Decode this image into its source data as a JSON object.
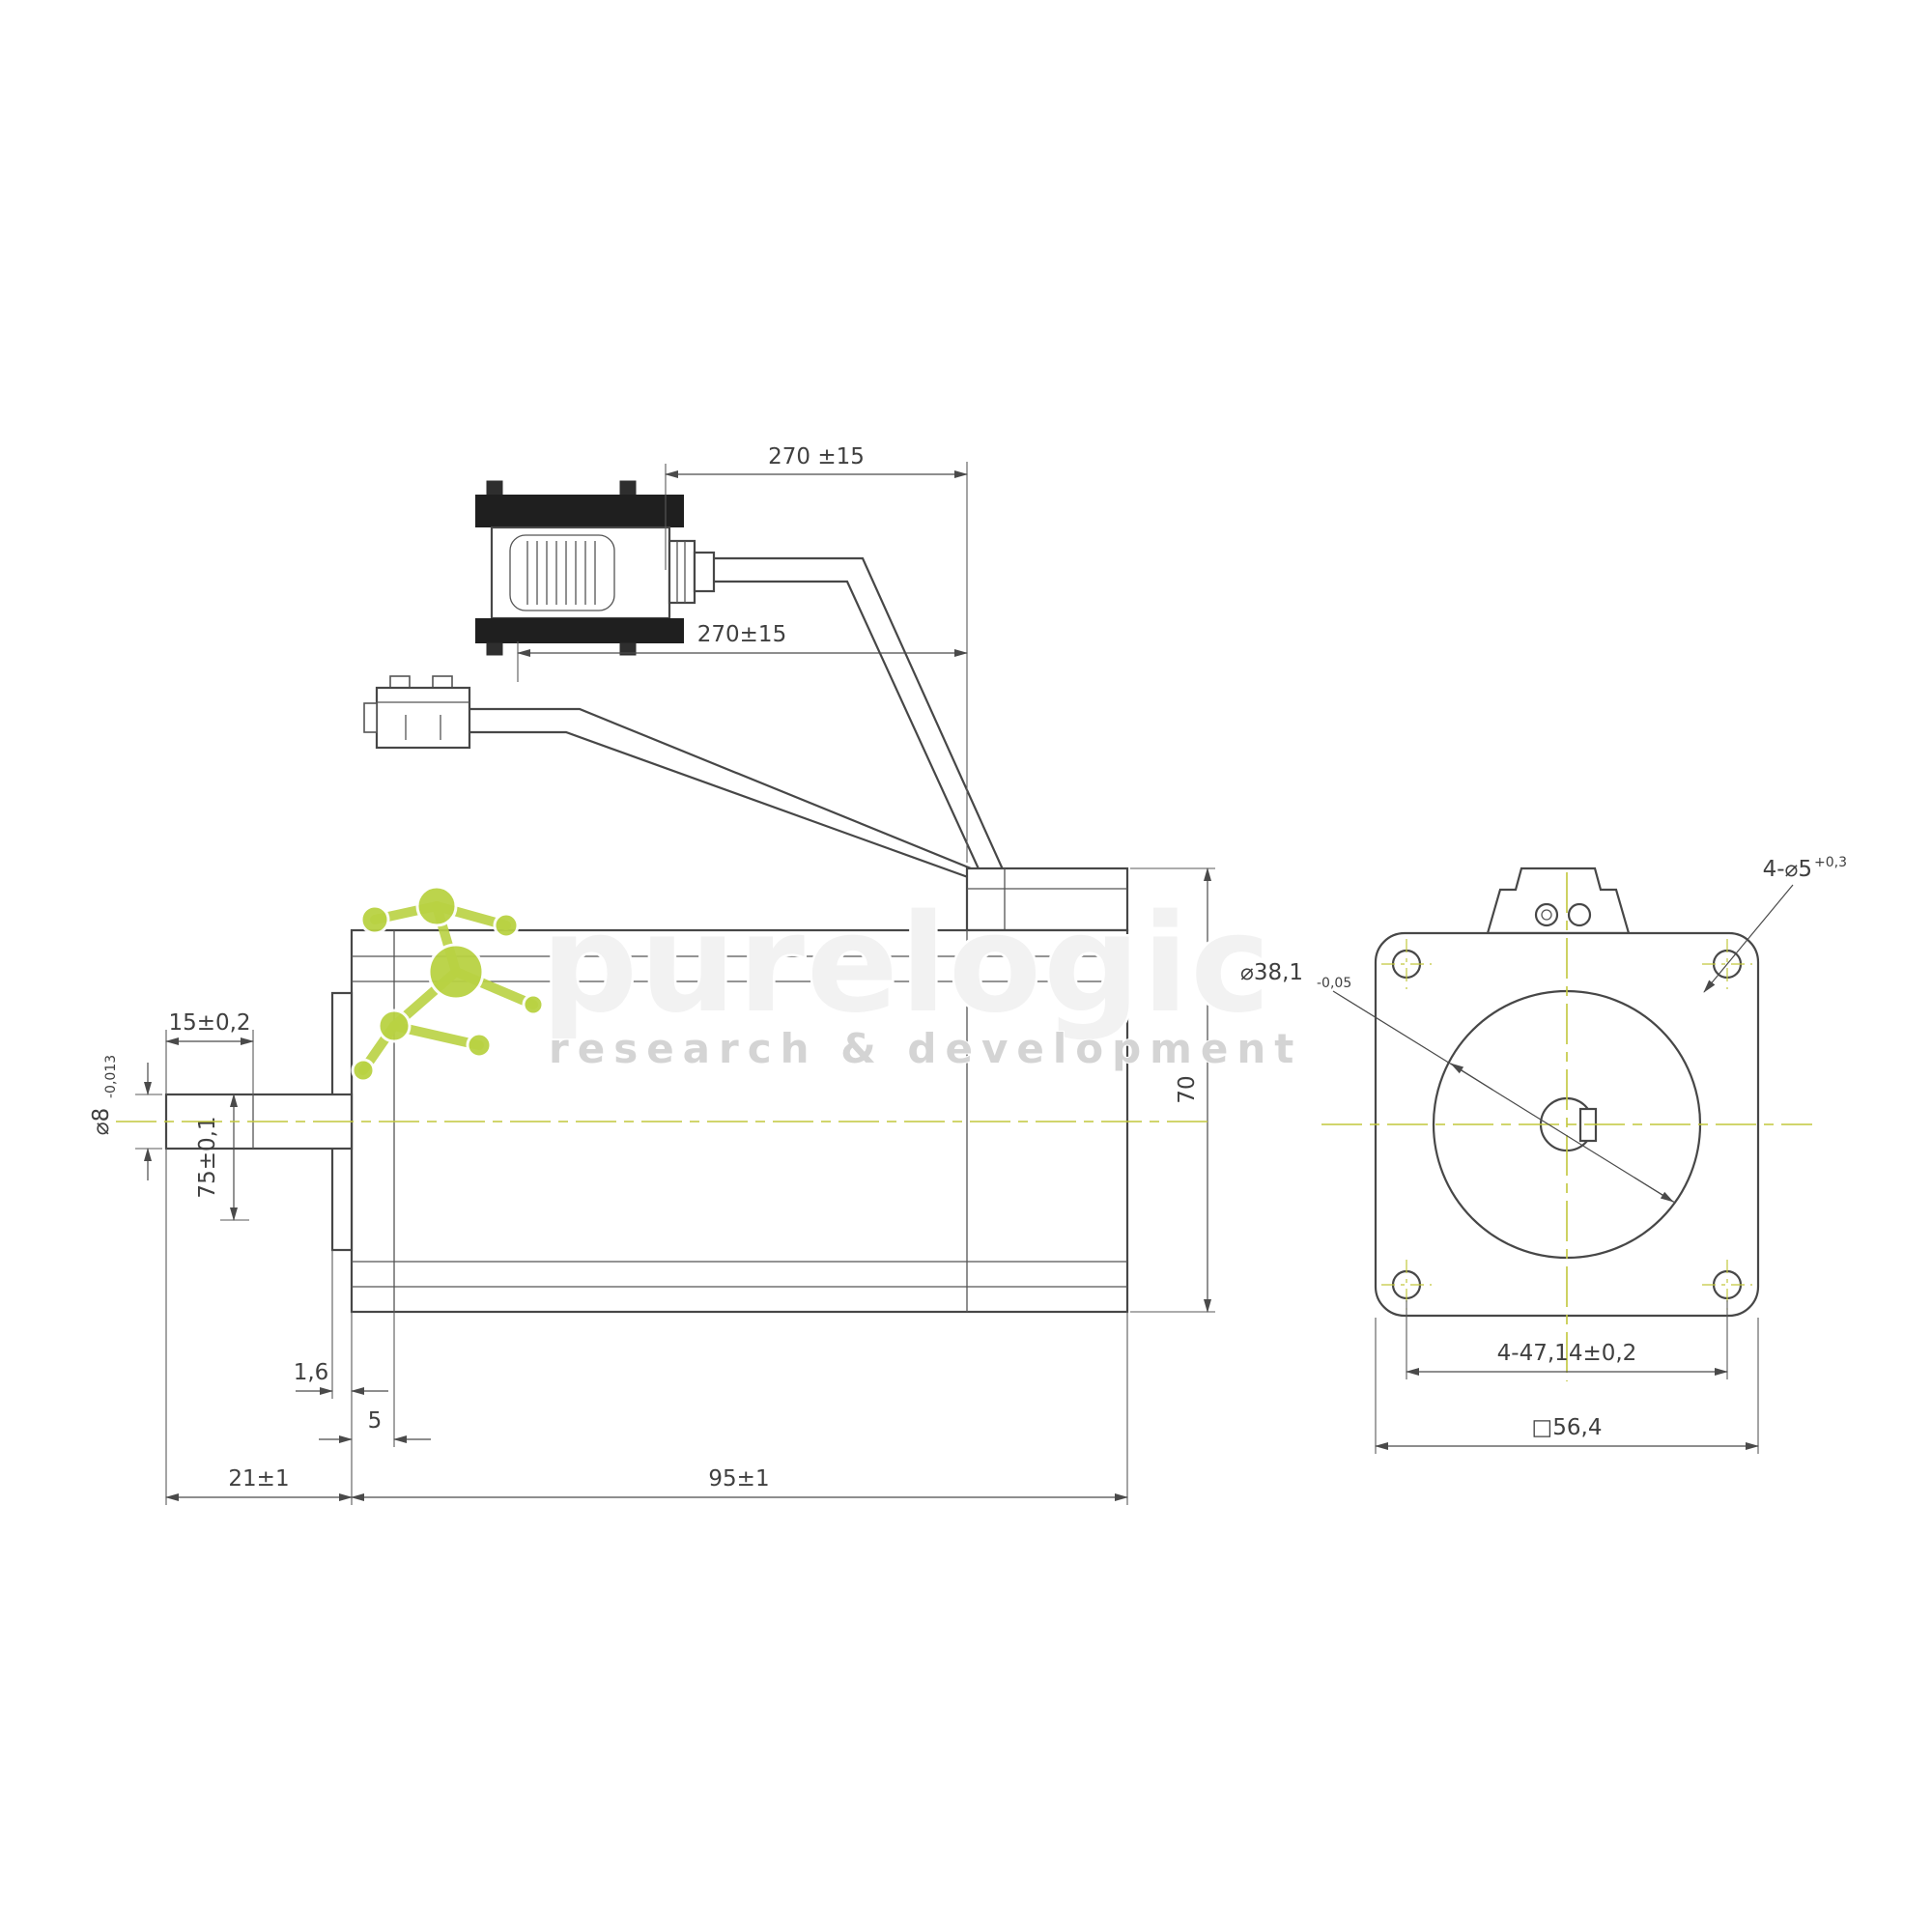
{
  "watermark": {
    "brand": "purelogic",
    "tagline": "research & development"
  },
  "side": {
    "cable_top": "270 ±15",
    "cable_bottom": "270±15",
    "shaft_flat": "15±0,2",
    "shaft_dia": "⌀8",
    "shaft_dia_tol": "-0,013",
    "key": "75±0,1",
    "pilot_step": "1,6",
    "flange_face": "5",
    "shaft_len": "21±1",
    "body_len": "95±1",
    "height": "70"
  },
  "front": {
    "holes": "4-⌀5",
    "holes_tol": "+0,3",
    "pilot": "⌀38,1",
    "pilot_tol": "-0,05",
    "spacing": "4-47,14±0,2",
    "square": "□56,4"
  }
}
